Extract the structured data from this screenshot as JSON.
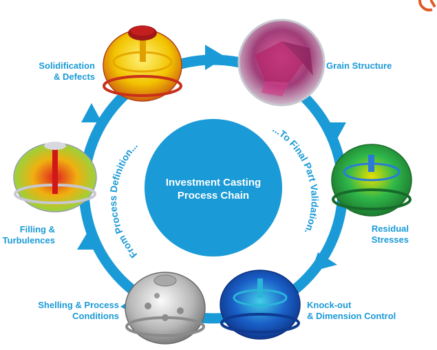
{
  "diagram": {
    "center": {
      "title_line1": "Investment Casting",
      "title_line2": "Process Chain"
    },
    "arc_left_text": "From Process Definition...",
    "arc_right_text": "...To Final Part Validation.",
    "stages": [
      {
        "key": "solidification",
        "line1": "Solidification",
        "line2": "& Defects"
      },
      {
        "key": "grain",
        "line1": "Grain Structure",
        "line2": ""
      },
      {
        "key": "residual",
        "line1": "Residual",
        "line2": "Stresses"
      },
      {
        "key": "knockout",
        "line1": "Knock-out",
        "line2": "& Dimension Control"
      },
      {
        "key": "shelling",
        "line1": "Shelling & Process",
        "line2": "Conditions"
      },
      {
        "key": "filling",
        "line1": "Filling &",
        "line2": "Turbulences"
      }
    ]
  },
  "colors": {
    "accent": "#1a9ad6",
    "center_fill": "#1a9ad6",
    "ring": "#1a9ad6",
    "label": "#1a9ad6"
  },
  "icons": [
    "casting-part-solidification-icon",
    "grain-structure-icon",
    "casting-part-residual-stress-icon",
    "casting-part-knockout-icon",
    "casting-part-shelling-icon",
    "casting-part-filling-icon",
    "brand-logo-fragment"
  ]
}
